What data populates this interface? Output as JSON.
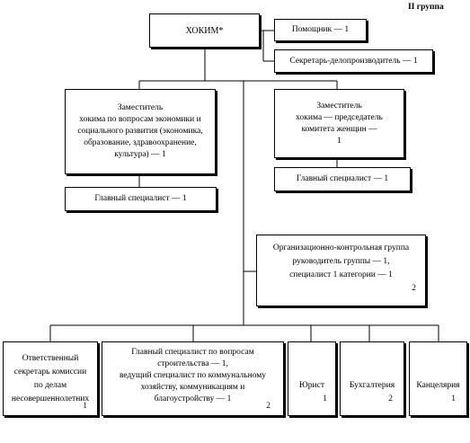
{
  "group_label": "II  группа",
  "head": "ХОКИМ*",
  "assistant": "Помощник — 1",
  "secretary": "Секретарь-делопроизводитель — 1",
  "deputy_economy": "Заместитель\nхокима по вопросам экономики и\nсоциального развития (экономика,\nобразование, здравоохранение,\nкультура) — 1",
  "chief_specialist_left": "Главный специалист — 1",
  "deputy_women": "Заместитель\nхокима — председатель\nкомитета женщин —\n1",
  "chief_specialist_right": "Главный специалист — 1",
  "org_control": {
    "text": "Организационно-контрольная группа\nруководитель группы  — 1,\nспециалист 1 категории  — 1",
    "count": "2"
  },
  "commission_secretary": {
    "text": "Ответственный\nсекретарь комиссии\nпо делам\nнесовершеннолетних",
    "count": "1"
  },
  "construction": {
    "text": "Главный специалист по вопросам\nстроительства  — 1,\nведущий специалист по коммунальному\nхозяйству, коммуникациям и\nблагоустройству  — 1",
    "count": "2"
  },
  "lawyer": {
    "text": "Юрист",
    "count": "1"
  },
  "accounting": {
    "text": "Бухгалтерия",
    "count": "2"
  },
  "chancellery": {
    "text": "Канцелярия",
    "count": "1"
  }
}
